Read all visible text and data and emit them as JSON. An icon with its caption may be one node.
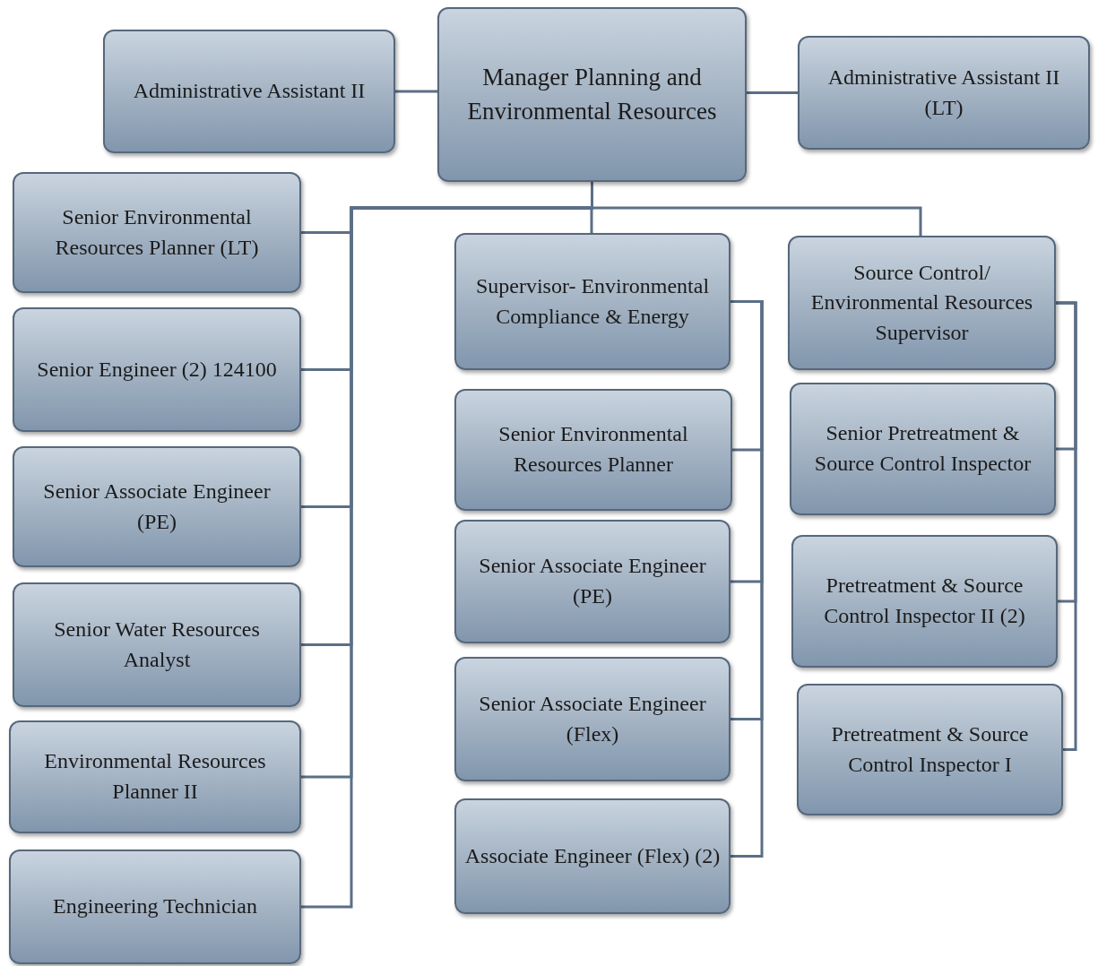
{
  "diagram": {
    "nodes": [
      {
        "text": [
          "Manager Planning and Environmental Resources"
        ]
      },
      {
        "text": [
          "Administrative Assistant II"
        ]
      },
      {
        "text": [
          "Administrative Assistant II (LT)"
        ]
      },
      {
        "text": [
          "Senior Environmental Resources Planner (LT)"
        ]
      },
      {
        "text": [
          "Senior Engineer (2) 124100"
        ]
      },
      {
        "text": [
          "Senior Associate Engineer (PE)"
        ]
      },
      {
        "text": [
          "Senior Water Resources Analyst"
        ]
      },
      {
        "text": [
          "Environmental Resources Planner II"
        ]
      },
      {
        "text": [
          "Engineering Technician"
        ]
      },
      {
        "text": [
          "Supervisor- Environmental Compliance & Energy"
        ]
      },
      {
        "text": [
          "Senior Environmental Resources Planner"
        ]
      },
      {
        "text": [
          "Senior Associate Engineer (PE)"
        ]
      },
      {
        "text": [
          "Senior Associate Engineer (Flex)"
        ]
      },
      {
        "text": [
          "Associate Engineer (Flex) (2)"
        ]
      },
      {
        "text": [
          "Source Control/ Environmental Resources Supervisor"
        ]
      },
      {
        "text": [
          "Senior Pretreatment & Source Control Inspector"
        ]
      },
      {
        "text": [
          "Pretreatment & Source Control Inspector II (2)"
        ]
      },
      {
        "text": [
          "Pretreatment & Source Control Inspector I"
        ]
      }
    ],
    "edges": [
      {
        "from": 0,
        "to": 1,
        "arrow": "none"
      },
      {
        "from": 0,
        "to": 2,
        "arrow": "none"
      },
      {
        "from": 0,
        "to": 3,
        "arrow": "none"
      },
      {
        "from": 0,
        "to": 4,
        "arrow": "none"
      },
      {
        "from": 0,
        "to": 5,
        "arrow": "none"
      },
      {
        "from": 0,
        "to": 6,
        "arrow": "none"
      },
      {
        "from": 0,
        "to": 7,
        "arrow": "none"
      },
      {
        "from": 0,
        "to": 8,
        "arrow": "none"
      },
      {
        "from": 0,
        "to": 9,
        "arrow": "none"
      },
      {
        "from": 0,
        "to": 14,
        "arrow": "none"
      },
      {
        "from": 9,
        "to": 10,
        "arrow": "none"
      },
      {
        "from": 9,
        "to": 11,
        "arrow": "none"
      },
      {
        "from": 9,
        "to": 12,
        "arrow": "none"
      },
      {
        "from": 9,
        "to": 13,
        "arrow": "none"
      },
      {
        "from": 14,
        "to": 15,
        "arrow": "none"
      },
      {
        "from": 14,
        "to": 16,
        "arrow": "none"
      },
      {
        "from": 14,
        "to": 17,
        "arrow": "none"
      }
    ]
  }
}
